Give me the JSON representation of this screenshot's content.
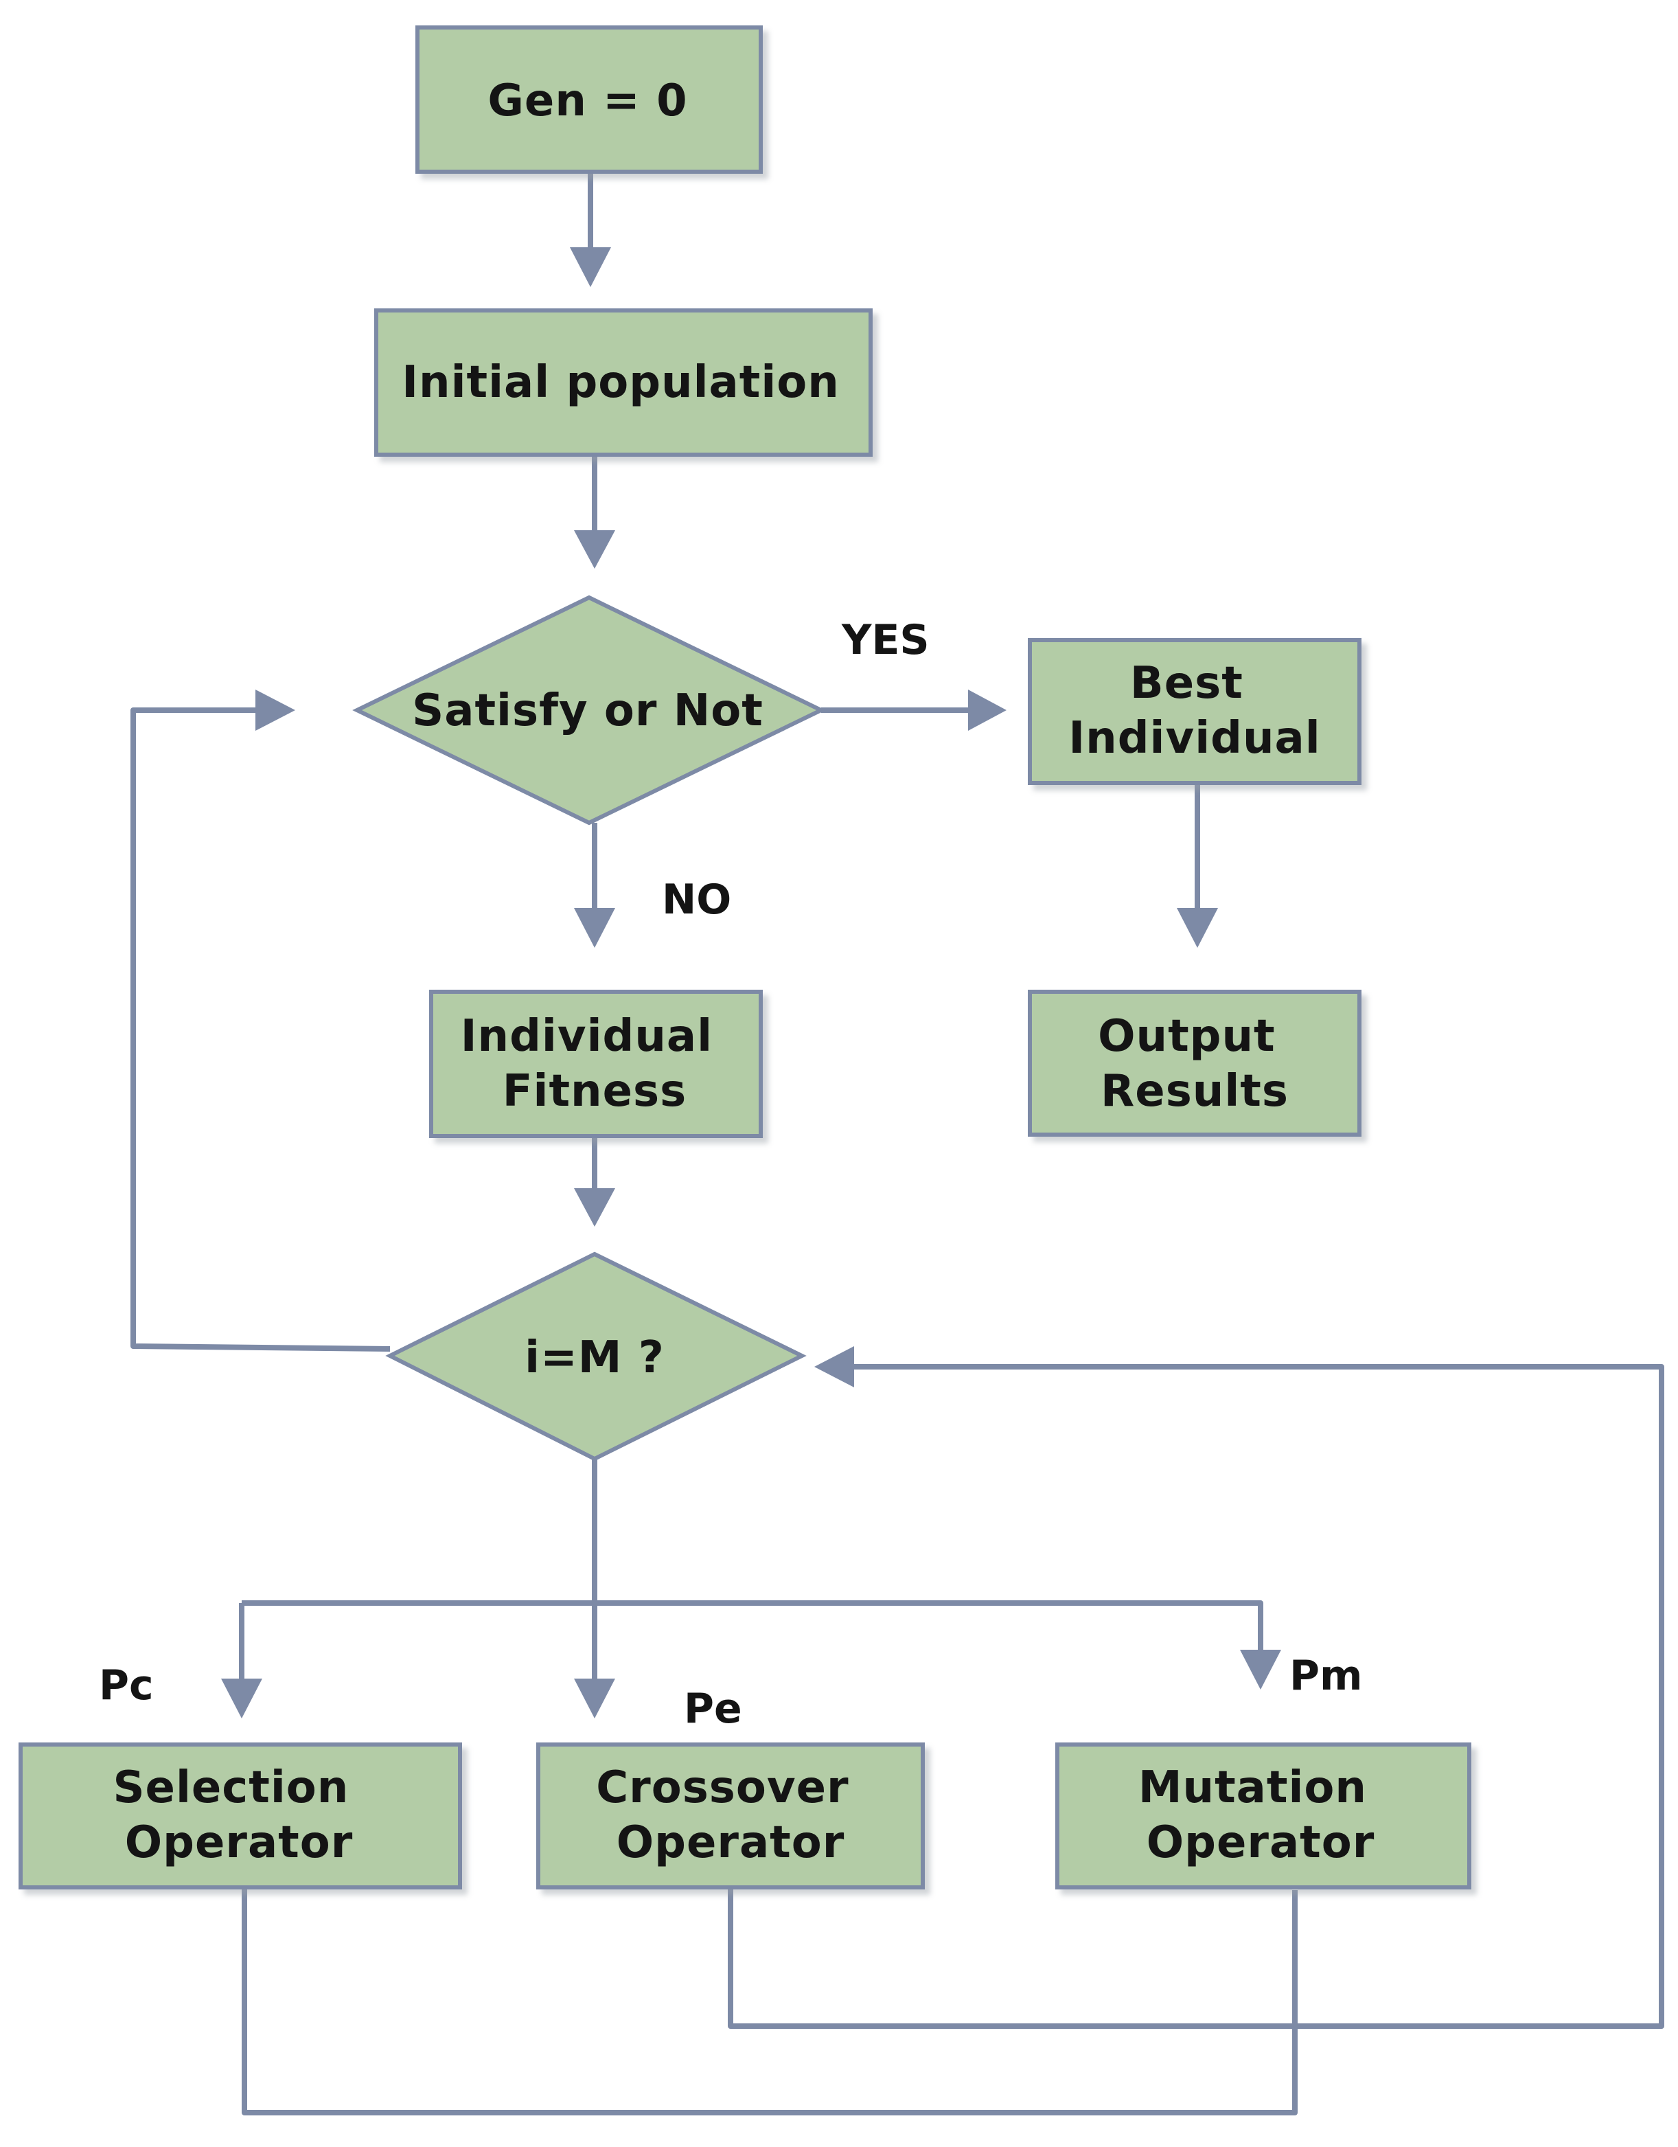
{
  "nodes": {
    "gen0": {
      "lines": [
        "Gen = 0"
      ]
    },
    "init_pop": {
      "lines": [
        "Initial population"
      ]
    },
    "satisfy": {
      "lines": [
        "Satisfy or Not"
      ]
    },
    "best_individual": {
      "lines": [
        "Best",
        "Individual"
      ]
    },
    "output_results": {
      "lines": [
        "Output",
        "Results"
      ]
    },
    "individual_fitness": {
      "lines": [
        "Individual",
        "Fitness"
      ]
    },
    "i_eq_m": {
      "lines": [
        "i=M ?"
      ]
    },
    "selection_operator": {
      "lines": [
        "Selection",
        "Operator"
      ]
    },
    "crossover_operator": {
      "lines": [
        "Crossover",
        "Operator"
      ]
    },
    "mutation_operator": {
      "lines": [
        "Mutation",
        "Operator"
      ]
    }
  },
  "edge_labels": {
    "yes": "YES",
    "no": "NO",
    "pc": "Pc",
    "pe": "Pe",
    "pm": "Pm"
  },
  "colors": {
    "node_fill": "#b3cca6",
    "stroke": "#7d8aa6",
    "text": "#141414",
    "background": "#ffffff"
  }
}
